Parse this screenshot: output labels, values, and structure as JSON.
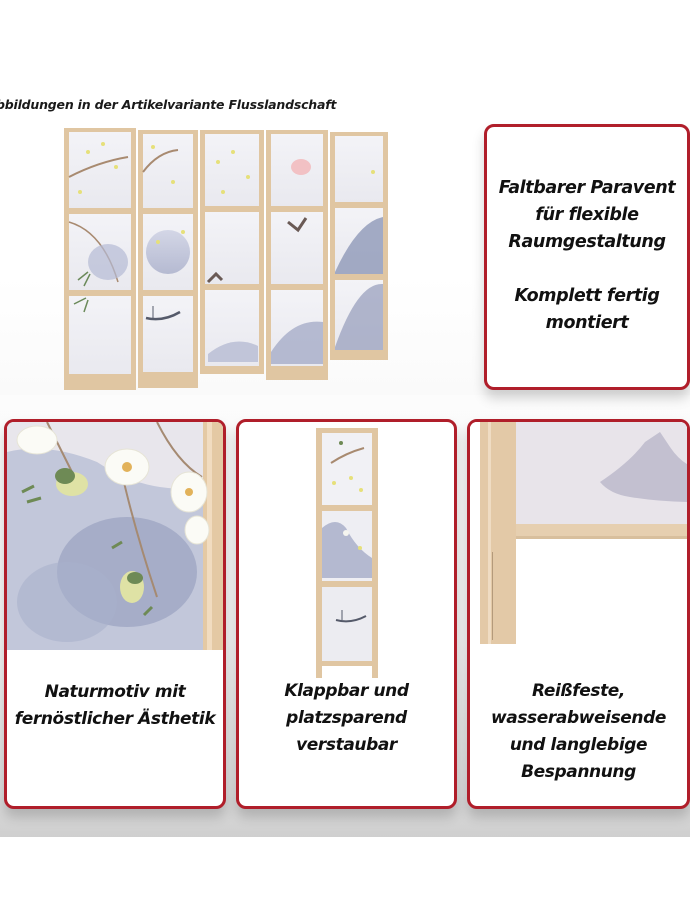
{
  "caption": "bbildungen in der Artikelvariante Flusslandschaft",
  "top_card": {
    "lines_a": [
      "Faltbarer Paravent",
      "für flexible",
      "Raumgestaltung"
    ],
    "lines_b": [
      "Komplett fertig",
      "montiert"
    ]
  },
  "feature_cards": [
    {
      "image": "magnolia-blossom-closeup",
      "lines": [
        "Naturmotiv mit",
        "fernöstlicher Ästhetik"
      ]
    },
    {
      "image": "folded-single-panel",
      "lines": [
        "Klappbar und",
        "platzsparend",
        "verstaubar"
      ]
    },
    {
      "image": "wooden-frame-corner-closeup",
      "lines": [
        "Reißfeste,",
        "wasserabweisende",
        "und langlebige",
        "Bespannung"
      ]
    }
  ],
  "product_image": "five-panel-folding-screen-river-landscape",
  "colors": {
    "card_border": "#b01e2a",
    "wood": "#e2c9a6",
    "paper": "#eeeef3",
    "ink": "#8e94b0",
    "text": "#111111"
  }
}
